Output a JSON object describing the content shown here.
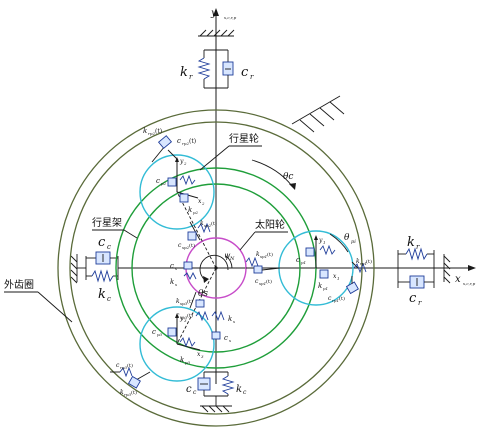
{
  "labels": {
    "y_axis": "y",
    "y_axis_sub": "s,c,r,p",
    "x_axis": "x",
    "x_axis_sub": "s,c,r,p",
    "k_r_top": "k",
    "k_r_top_sub": "r",
    "c_r_top": "c",
    "c_r_top_sub": "r",
    "k_r_right": "k",
    "k_r_right_sub": "r",
    "c_r_right": "c",
    "c_r_right_sub": "r",
    "c_c_left": "c",
    "c_c_left_sub": "c",
    "k_c_left": "k",
    "k_c_left_sub": "c",
    "c_c_bottom": "c",
    "c_c_bottom_sub": "c",
    "k_c_bottom": "k",
    "k_c_bottom_sub": "c",
    "planet_gear_cn": "行星轮",
    "carrier_cn": "行星架",
    "sun_gear_cn": "太阳轮",
    "ring_gear_cn": "外齿圈",
    "theta_c": "θc",
    "theta_s": "θs",
    "theta_p": "θ",
    "theta_p_sub": "pi",
    "psi": "ψ",
    "psi_sub": "N",
    "k_rp2": "k",
    "k_rp2_sub": "rp2",
    "k_rp2_t": "(t)",
    "c_rp2": "c",
    "c_rp2_sub": "rp2",
    "c_rp2_t": "(t)",
    "c_p2": "c",
    "c_p2_sub": "p2",
    "k_p2": "k",
    "k_p2_sub": "p2",
    "y2": "y",
    "y2_sub": "2",
    "x2": "x",
    "x2_sub": "2",
    "c_sp2": "c",
    "c_sp2_sub": "sp2",
    "c_sp2_t": "(t)",
    "k_sp2": "k",
    "k_sp2_sub": "sp2",
    "k_sp2_t": "(t)",
    "c_s": "c",
    "c_s_sub": "s",
    "k_s": "k",
    "k_s_sub": "s",
    "k_sp1": "k",
    "k_sp1_sub": "sp1",
    "k_sp1_t": "(t)",
    "c_sp1": "c",
    "c_sp1_sub": "sp1",
    "c_sp1_t": "(t)",
    "c_p1": "c",
    "c_p1_sub": "p1",
    "k_p1": "k",
    "k_p1_sub": "p1",
    "y1": "y",
    "y1_sub": "1",
    "x1": "x",
    "x1_sub": "1",
    "k_rp1": "k",
    "k_rp1_sub": "rp1",
    "k_rp1_t": "(t)",
    "c_rp1": "c",
    "c_rp1_sub": "rp1",
    "c_rp1_t": "(t)",
    "k_sp3": "k",
    "k_sp3_sub": "sp3",
    "k_sp3_t": "(t)",
    "c_sp3": "c",
    "c_sp3_sub": "sp3",
    "c_sp3_t": "(t)",
    "k_s2": "k",
    "k_s2_sub": "s",
    "c_s2": "c",
    "c_s2_sub": "s",
    "c_p3": "c",
    "c_p3_sub": "p3",
    "k_p3": "k",
    "k_p3_sub": "p3",
    "y3": "y",
    "y3_sub": "3",
    "x3": "x",
    "x3_sub": "3",
    "c_rp3": "c",
    "c_rp3_sub": "rp3",
    "c_rp3_t": "(t)",
    "k_rp3": "k",
    "k_rp3_sub": "rp3",
    "k_rp3_t": "(t)"
  },
  "colors": {
    "ring": "#5a6b3a",
    "carrier": "#1f9e3a",
    "planet": "#33bcd6",
    "sun": "#c74cc9",
    "spring": "#1f3d9a"
  }
}
